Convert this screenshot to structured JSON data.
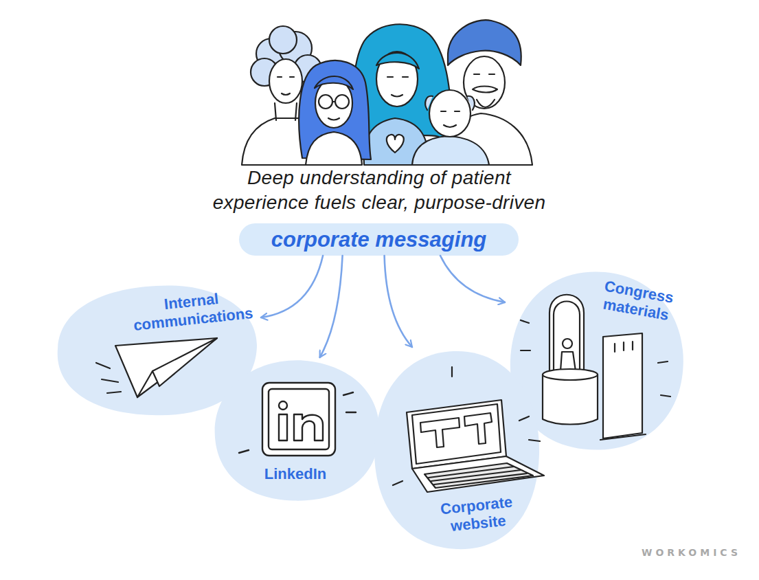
{
  "diagram": {
    "nodes": [
      {
        "text": [
          "Deep understanding of patient experience fuels clear, purpose-driven",
          "corporate messaging"
        ]
      },
      {
        "text": [
          "Internal communications"
        ]
      },
      {
        "text": [
          "LinkedIn"
        ]
      },
      {
        "text": [
          "Corporate website"
        ]
      },
      {
        "text": [
          "Congress materials"
        ]
      }
    ],
    "edges": [
      {
        "from": 0,
        "to": 1,
        "arrow": "to"
      },
      {
        "from": 0,
        "to": 2,
        "arrow": "to"
      },
      {
        "from": 0,
        "to": 3,
        "arrow": "to"
      },
      {
        "from": 0,
        "to": 4,
        "arrow": "to"
      }
    ],
    "labels": [
      "WORKOMICS"
    ]
  }
}
